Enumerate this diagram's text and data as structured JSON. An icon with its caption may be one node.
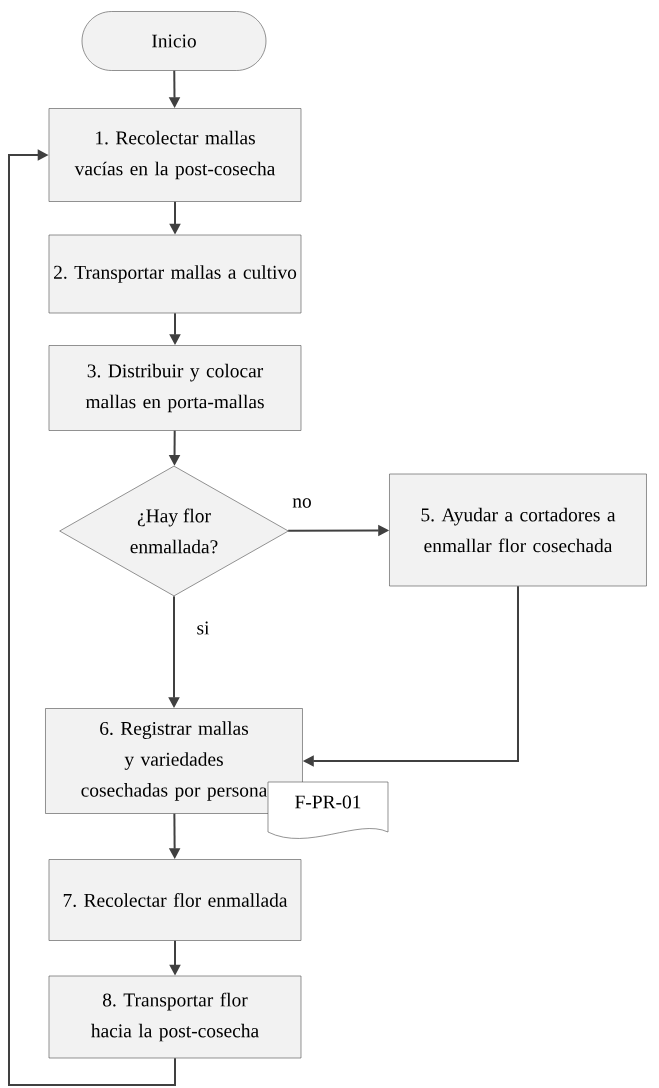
{
  "diagram": {
    "nodes": [
      {
        "text": [
          "Inicio"
        ]
      },
      {
        "text": [
          "1. Recolectar mallas vacías en la post-cosecha"
        ]
      },
      {
        "text": [
          "2. Transportar mallas a cultivo"
        ]
      },
      {
        "text": [
          "3. Distribuir y colocar mallas en porta-mallas"
        ]
      },
      {
        "text": [
          "¿Hay flor enmallada?"
        ]
      },
      {
        "text": [
          "5. Ayudar a cortadores a enmallar flor cosechada"
        ]
      },
      {
        "text": [
          "6. Registrar mallas y variedades cosechadas por persona"
        ]
      },
      {
        "text": [
          "F-PR-01"
        ]
      },
      {
        "text": [
          "7. Recolectar flor enmallada"
        ]
      },
      {
        "text": [
          "8. Transportar flor hacia la post-cosecha"
        ]
      }
    ],
    "edges": [
      {
        "from": 0,
        "to": 1,
        "arrow": "to"
      },
      {
        "from": 1,
        "to": 2,
        "arrow": "to"
      },
      {
        "from": 2,
        "to": 3,
        "arrow": "to"
      },
      {
        "from": 3,
        "to": 4,
        "arrow": "to"
      },
      {
        "from": 4,
        "to": 5,
        "arrow": "to",
        "label": "no"
      },
      {
        "from": 4,
        "to": 6,
        "arrow": "to",
        "label": "si"
      },
      {
        "from": 5,
        "to": 6,
        "arrow": "to"
      },
      {
        "from": 6,
        "to": 8,
        "arrow": "to"
      },
      {
        "from": 8,
        "to": 9,
        "arrow": "to"
      },
      {
        "from": 9,
        "to": 1,
        "arrow": "to"
      }
    ]
  }
}
